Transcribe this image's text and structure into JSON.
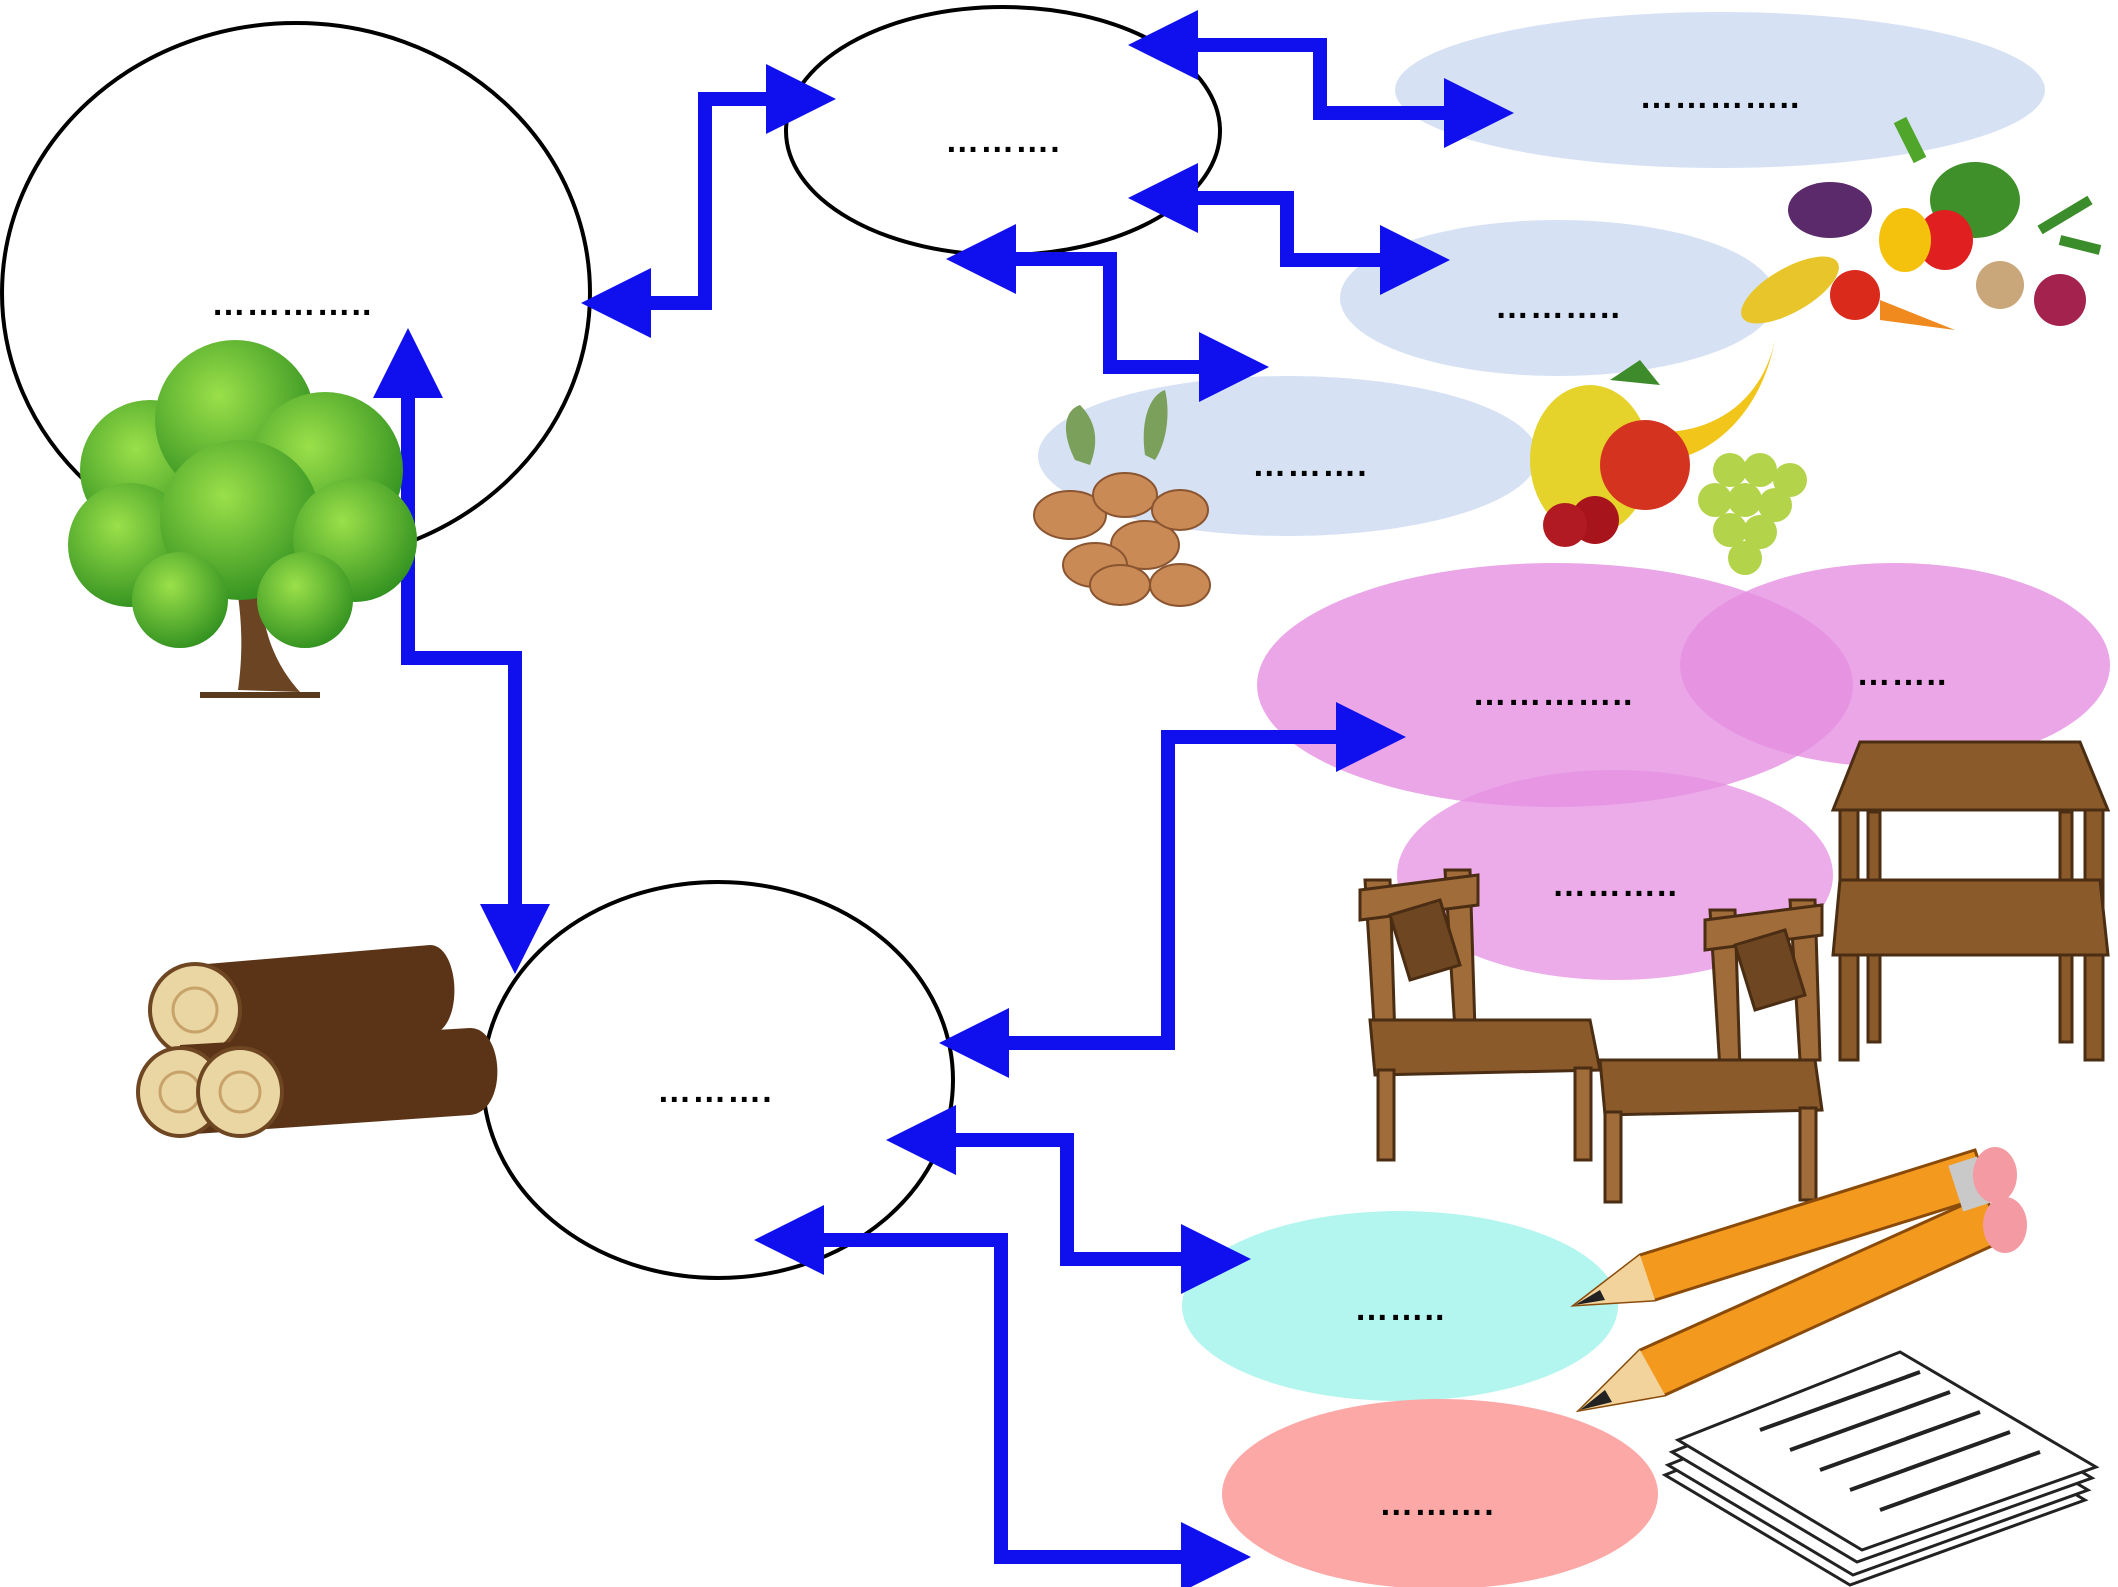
{
  "nodes": {
    "main": "…………..",
    "food": "……….",
    "wood": "……….",
    "vegetables": "…………..",
    "fruits": "………..",
    "nuts": "……….",
    "furniture_a": "…………..",
    "furniture_b": "……..",
    "furniture_c": "………..",
    "pencil": "……..",
    "paper": "………."
  },
  "colors": {
    "arrow": "#1010ee",
    "food_items": "#d6e2f3",
    "furniture_items": "#eba6e8",
    "pencil_item": "#b3f5ef",
    "paper_item": "#fca8a6"
  },
  "illustrations": [
    "tree",
    "vegetables",
    "fruits",
    "nuts",
    "logs",
    "table",
    "chairs",
    "pencils",
    "paper-stack"
  ]
}
